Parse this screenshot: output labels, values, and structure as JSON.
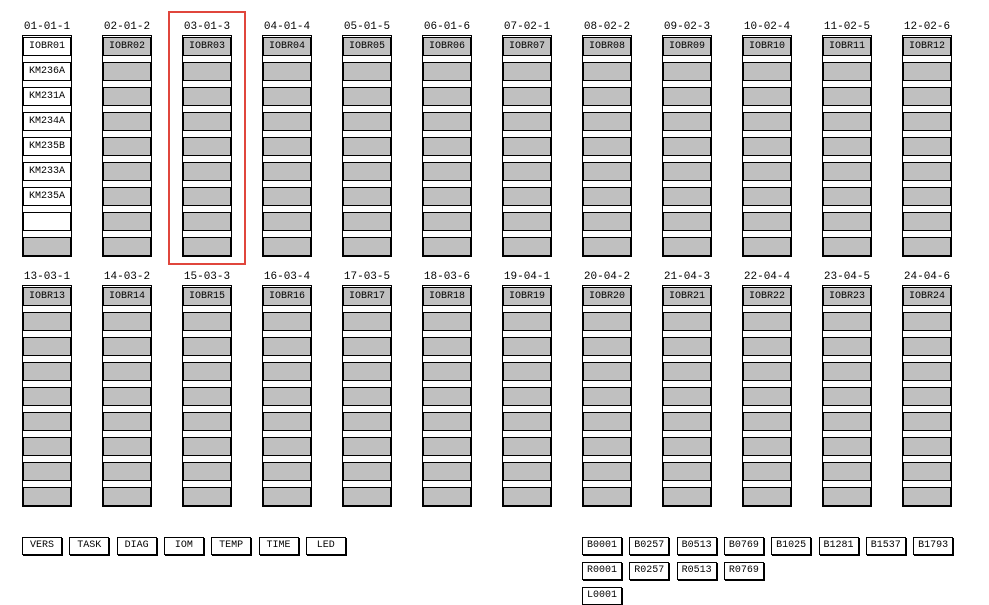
{
  "racks_row1": [
    {
      "label": "01-01-1",
      "head": "IOBR01",
      "slots": [
        "KM236A",
        "KM231A",
        "KM234A",
        "KM235B",
        "KM233A",
        "KM235A",
        "",
        ""
      ]
    },
    {
      "label": "02-01-2",
      "head": "IOBR02",
      "slots": [
        "",
        "",
        "",
        "",
        "",
        "",
        "",
        ""
      ]
    },
    {
      "label": "03-01-3",
      "head": "IOBR03",
      "slots": [
        "",
        "",
        "",
        "",
        "",
        "",
        "",
        ""
      ]
    },
    {
      "label": "04-01-4",
      "head": "IOBR04",
      "slots": [
        "",
        "",
        "",
        "",
        "",
        "",
        "",
        ""
      ]
    },
    {
      "label": "05-01-5",
      "head": "IOBR05",
      "slots": [
        "",
        "",
        "",
        "",
        "",
        "",
        "",
        ""
      ]
    },
    {
      "label": "06-01-6",
      "head": "IOBR06",
      "slots": [
        "",
        "",
        "",
        "",
        "",
        "",
        "",
        ""
      ]
    },
    {
      "label": "07-02-1",
      "head": "IOBR07",
      "slots": [
        "",
        "",
        "",
        "",
        "",
        "",
        "",
        ""
      ]
    },
    {
      "label": "08-02-2",
      "head": "IOBR08",
      "slots": [
        "",
        "",
        "",
        "",
        "",
        "",
        "",
        ""
      ]
    },
    {
      "label": "09-02-3",
      "head": "IOBR09",
      "slots": [
        "",
        "",
        "",
        "",
        "",
        "",
        "",
        ""
      ]
    },
    {
      "label": "10-02-4",
      "head": "IOBR10",
      "slots": [
        "",
        "",
        "",
        "",
        "",
        "",
        "",
        ""
      ]
    },
    {
      "label": "11-02-5",
      "head": "IOBR11",
      "slots": [
        "",
        "",
        "",
        "",
        "",
        "",
        "",
        ""
      ]
    },
    {
      "label": "12-02-6",
      "head": "IOBR12",
      "slots": [
        "",
        "",
        "",
        "",
        "",
        "",
        "",
        ""
      ]
    }
  ],
  "racks_row2": [
    {
      "label": "13-03-1",
      "head": "IOBR13"
    },
    {
      "label": "14-03-2",
      "head": "IOBR14"
    },
    {
      "label": "15-03-3",
      "head": "IOBR15"
    },
    {
      "label": "16-03-4",
      "head": "IOBR16"
    },
    {
      "label": "17-03-5",
      "head": "IOBR17"
    },
    {
      "label": "18-03-6",
      "head": "IOBR18"
    },
    {
      "label": "19-04-1",
      "head": "IOBR19"
    },
    {
      "label": "20-04-2",
      "head": "IOBR20"
    },
    {
      "label": "21-04-3",
      "head": "IOBR21"
    },
    {
      "label": "22-04-4",
      "head": "IOBR22"
    },
    {
      "label": "23-04-5",
      "head": "IOBR23"
    },
    {
      "label": "24-04-6",
      "head": "IOBR24"
    }
  ],
  "selected_rack": "03-01-3",
  "buttons_left": [
    "VERS",
    "TASK",
    "DIAG",
    "IOM",
    "TEMP",
    "TIME",
    "LED"
  ],
  "buttons_right_row1": [
    "B0001",
    "B0257",
    "B0513",
    "B0769",
    "B1025",
    "B1281",
    "B1537",
    "B1793"
  ],
  "buttons_right_row2": [
    "R0001",
    "R0257",
    "R0513",
    "R0769"
  ],
  "buttons_right_row3": [
    "L0001"
  ],
  "colors": {
    "slot_fill": "#c0c0c0",
    "selection": "#e0463c"
  }
}
